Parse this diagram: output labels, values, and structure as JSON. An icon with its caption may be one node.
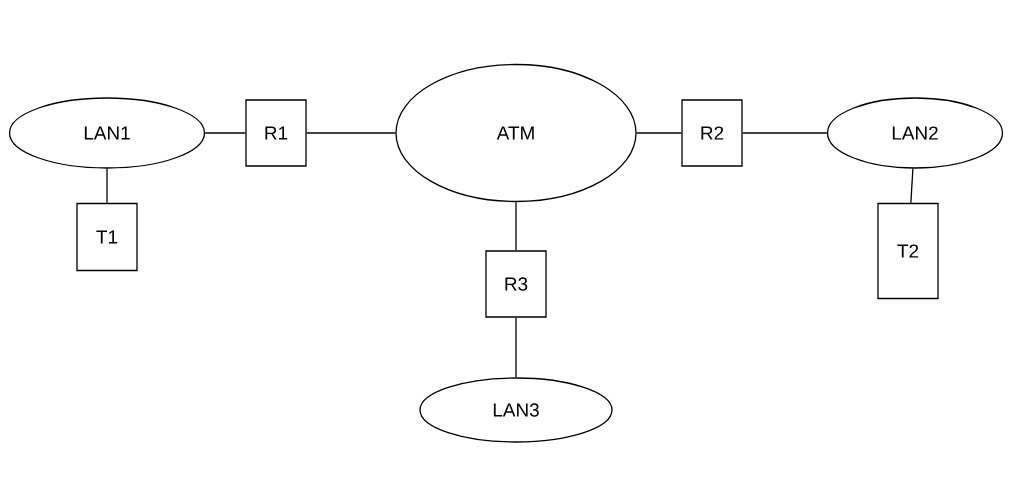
{
  "diagram": {
    "nodes": [
      {
        "text": [
          "LAN1"
        ]
      },
      {
        "text": [
          "R1"
        ]
      },
      {
        "text": [
          "ATM"
        ]
      },
      {
        "text": [
          "R2"
        ]
      },
      {
        "text": [
          "LAN2"
        ]
      },
      {
        "text": [
          "T1"
        ]
      },
      {
        "text": [
          "R3"
        ]
      },
      {
        "text": [
          "T2"
        ]
      },
      {
        "text": [
          "LAN3"
        ]
      }
    ],
    "edges": [
      {
        "from": 0,
        "to": 1,
        "arrow": "none"
      },
      {
        "from": 1,
        "to": 2,
        "arrow": "none"
      },
      {
        "from": 2,
        "to": 3,
        "arrow": "none"
      },
      {
        "from": 3,
        "to": 4,
        "arrow": "none"
      },
      {
        "from": 0,
        "to": 5,
        "arrow": "none"
      },
      {
        "from": 2,
        "to": 6,
        "arrow": "none"
      },
      {
        "from": 6,
        "to": 8,
        "arrow": "none"
      },
      {
        "from": 4,
        "to": 7,
        "arrow": "none"
      }
    ]
  }
}
